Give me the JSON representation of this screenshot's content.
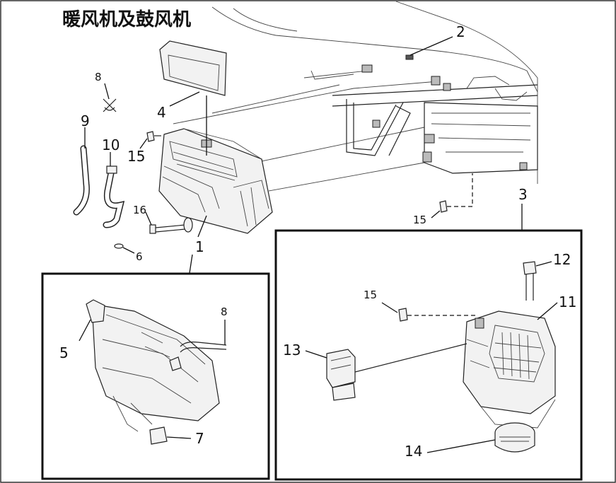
{
  "title": "暖风机及鼓风机",
  "callouts": {
    "c1": "1",
    "c2": "2",
    "c3": "3",
    "c4": "4",
    "c5": "5",
    "c6": "6",
    "c7": "7",
    "c8a": "8",
    "c8b": "8",
    "c9": "9",
    "c10": "10",
    "c11": "11",
    "c12": "12",
    "c13": "13",
    "c14": "14",
    "c15a": "15",
    "c15b": "15",
    "c15c": "15",
    "c16": "16"
  }
}
